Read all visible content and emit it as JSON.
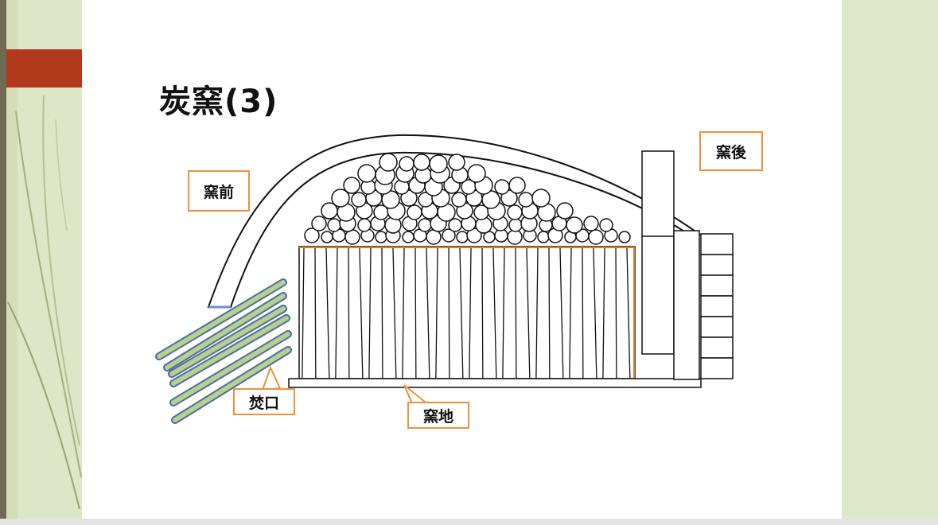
{
  "slide": {
    "title": "炭窯(3)",
    "accent_color": "#b23a1c",
    "background_color": "#dde6c6",
    "highlight_color": "#f0913a"
  },
  "labels": {
    "kiln_front": "窯前",
    "kiln_back": "窯後",
    "fire_mouth": "焚口",
    "kiln_floor": "窯地"
  }
}
